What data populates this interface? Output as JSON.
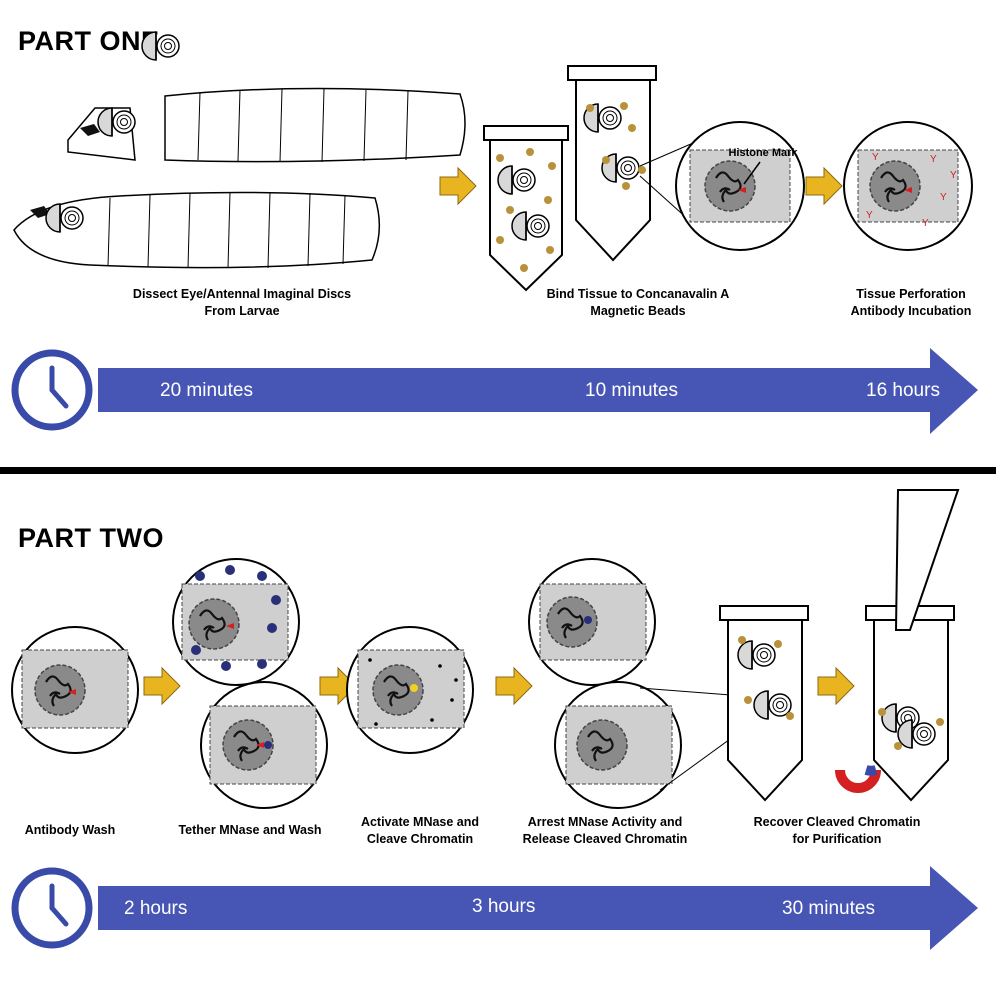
{
  "part_one": {
    "title": "PART ONE",
    "steps": [
      {
        "caption": "Dissect Eye/Antennal Imaginal Discs\nFrom Larvae"
      },
      {
        "caption": "Bind Tissue to Concanavalin A\nMagnetic Beads"
      },
      {
        "caption": "Tissue Perforation\nAntibody Incubation"
      }
    ],
    "callout": "Histone Mark",
    "timeline": [
      "20 minutes",
      "10 minutes",
      "16 hours"
    ]
  },
  "part_two": {
    "title": "PART TWO",
    "steps": [
      {
        "caption": "Antibody Wash"
      },
      {
        "caption": "Tether MNase and Wash"
      },
      {
        "caption": "Activate MNase and\nCleave Chromatin"
      },
      {
        "caption": "Arrest MNase Activity and\nRelease Cleaved Chromatin"
      },
      {
        "caption": "Recover Cleaved Chromatin\nfor Purification"
      }
    ],
    "timeline": [
      "2 hours",
      "3 hours",
      "30 minutes"
    ]
  },
  "colors": {
    "arrow_gold": "#e8b520",
    "timebar_blue": "#4756b5",
    "bead_gold": "#b8923a",
    "tissue_gray": "#cfcfcf",
    "nucleus_gray": "#8a8a8a",
    "mark_red": "#d42020",
    "mnase_navy": "#2a2f7a"
  }
}
